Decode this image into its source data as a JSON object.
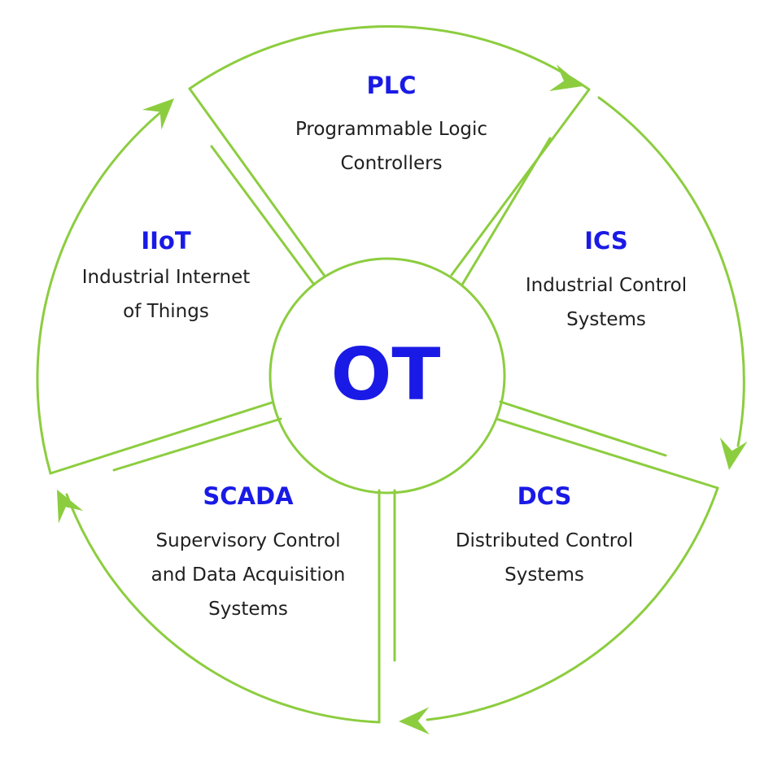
{
  "colors": {
    "outline": "#8ccd3f",
    "title": "#1a1ae6",
    "text": "#1f1f1f"
  },
  "center": {
    "label": "OT"
  },
  "segments": [
    {
      "title": "PLC",
      "lines": [
        "Programmable Logic",
        "Controllers"
      ]
    },
    {
      "title": "ICS",
      "lines": [
        "Industrial Control",
        "Systems"
      ]
    },
    {
      "title": "DCS",
      "lines": [
        "Distributed Control",
        "Systems"
      ]
    },
    {
      "title": "SCADA",
      "lines": [
        "Supervisory Control",
        "and Data Acquisition",
        "Systems"
      ]
    },
    {
      "title": "IIoT",
      "lines": [
        "Industrial Internet",
        "of Things"
      ]
    }
  ]
}
